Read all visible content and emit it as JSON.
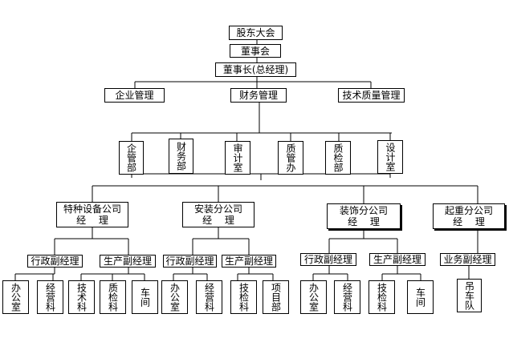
{
  "top": {
    "shareholders": "股东大会",
    "board": "董事会",
    "chairman": "董事长(总经理)"
  },
  "level2": [
    "企业管理",
    "财务管理",
    "技术质量管理"
  ],
  "departments": [
    "企管部",
    "财务部",
    "审计室",
    "质管办",
    "质检部",
    "设计室"
  ],
  "companies": [
    {
      "name": "特种设备公司",
      "title": "经　 理"
    },
    {
      "name": "安装分公司",
      "title": "经　 理"
    },
    {
      "name": "装饰分公司",
      "title": "经　 理"
    },
    {
      "name": "起重分公司",
      "title": "经　 理"
    }
  ],
  "deputies": [
    "行政副经理",
    "生产副经理",
    "行政副经理",
    "生产副经理",
    "行政副经理",
    "生产副经理",
    "业务副经理"
  ],
  "units": [
    "办公室",
    "经营科",
    "技术科",
    "质检科",
    "车间",
    "办公室",
    "经营科",
    "技检科",
    "项目部",
    "办公室",
    "经营科",
    "技检科",
    "车间",
    "吊车队"
  ]
}
